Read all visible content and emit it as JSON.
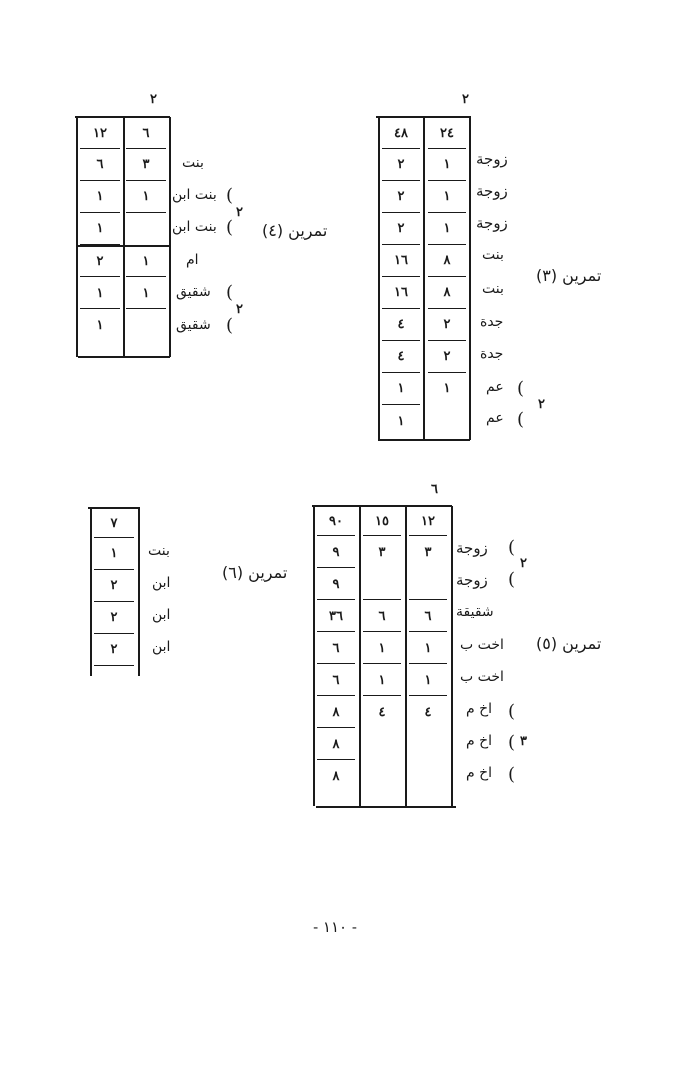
{
  "ex4": {
    "title": "تمرين (٤)",
    "top_mark": "٢",
    "heads": [
      "٦",
      "١٢"
    ],
    "col1": [
      "٣",
      "١",
      "",
      "١",
      "١",
      ""
    ],
    "col2": [
      "٦",
      "١",
      "١",
      "٢",
      "١",
      "١"
    ],
    "labels": [
      "بنت",
      "بنت ابن",
      "بنت ابن",
      "ام",
      "شقيق",
      "شقيق"
    ],
    "group_mark_a": "٢",
    "group_mark_b": "٢"
  },
  "ex3": {
    "title": "تمرين (٣)",
    "top_mark": "٢",
    "heads": [
      "٢٤",
      "٤٨"
    ],
    "col1": [
      "١",
      "١",
      "١",
      "٨",
      "٨",
      "٢",
      "٢",
      "١",
      ""
    ],
    "col2": [
      "٢",
      "٢",
      "٢",
      "١٦",
      "١٦",
      "٤",
      "٤",
      "١",
      "١"
    ],
    "labels": [
      "زوجة",
      "زوجة",
      "زوجة",
      "بنت",
      "بنت",
      "جدة",
      "جدة",
      "عم",
      "عم"
    ],
    "group_mark": "٢"
  },
  "ex6": {
    "title": "تمرين (٦)",
    "head": "٧",
    "col": [
      "١",
      "٢",
      "٢",
      "٢"
    ],
    "labels": [
      "بنت",
      "ابن",
      "ابن",
      "ابن"
    ]
  },
  "ex5": {
    "title": "تمرين (٥)",
    "top_mark": "٦",
    "heads": [
      "١٢",
      "١٥",
      "٩٠"
    ],
    "col1": [
      "٣",
      "",
      "٦",
      "١",
      "١",
      "٤",
      "",
      ""
    ],
    "col2": [
      "٣",
      "",
      "٦",
      "١",
      "١",
      "٤",
      "",
      ""
    ],
    "col3": [
      "٩",
      "٩",
      "٣٦",
      "٦",
      "٦",
      "٨",
      "٨",
      "٨"
    ],
    "labels": [
      "زوجة",
      "زوجة",
      "شقيقة",
      "اخت ب",
      "اخت ب",
      "اخ م",
      "اخ م",
      "اخ م"
    ],
    "group_mark_a": "٢",
    "group_mark_b": "٣"
  },
  "page_number": "- ١١٠ -"
}
